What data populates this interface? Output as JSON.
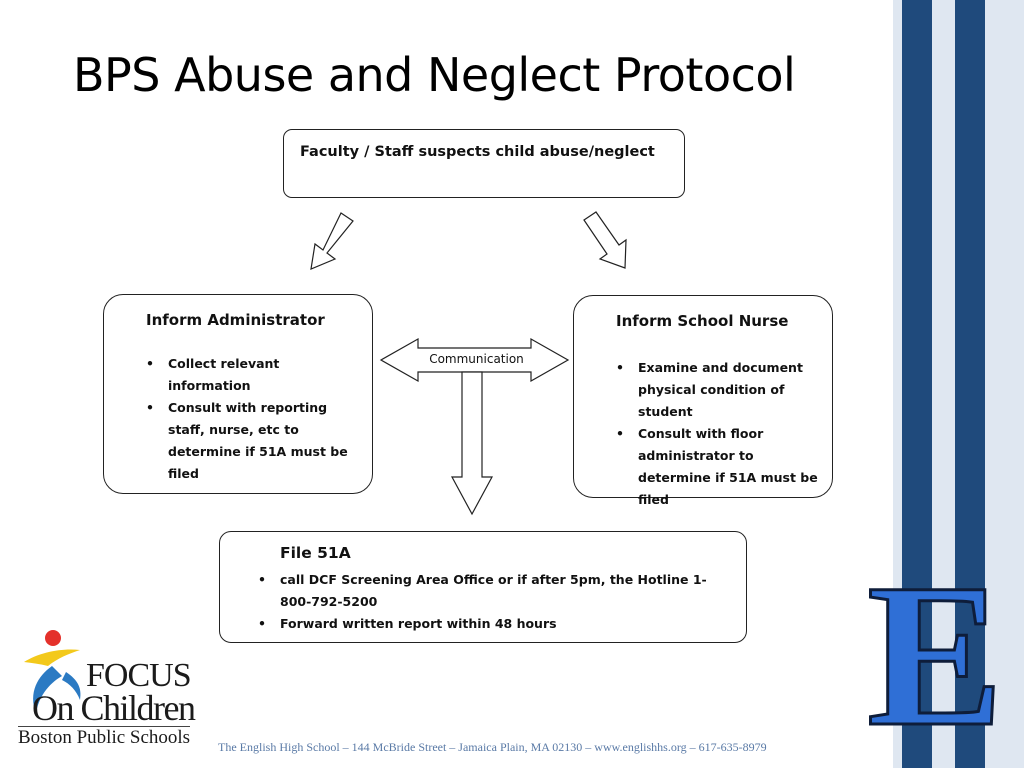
{
  "slide": {
    "title": "BPS Abuse and Neglect Protocol"
  },
  "flowchart": {
    "start": {
      "label": "Faculty / Staff suspects child abuse/neglect"
    },
    "admin": {
      "title": "Inform Administrator",
      "bullets": [
        "Collect relevant information",
        "Consult with reporting staff, nurse, etc to determine if 51A must be filed"
      ]
    },
    "nurse": {
      "title": "Inform School Nurse",
      "bullets": [
        "Examine and document physical condition of student",
        "Consult with floor administrator to determine if 51A must be filed"
      ]
    },
    "communication_label": "Communication",
    "file": {
      "title": "File 51A",
      "bullets": [
        "call DCF Screening Area Office or if after 5pm, the Hotline 1-800-792-5200",
        "Forward written report within 48 hours"
      ]
    }
  },
  "logo": {
    "line1": "FOCUS",
    "line2": "On Children",
    "line3": "Boston Public Schools"
  },
  "footer": {
    "text": "The English High School – 144 McBride Street – Jamaica Plain, MA 02130 – www.englishhs.org – 617-635-8979"
  },
  "brand": {
    "letter": "E",
    "navy": "#1f4a7c",
    "stripe_light": "#dfe7f1",
    "e_blue": "#2f6fd6"
  }
}
